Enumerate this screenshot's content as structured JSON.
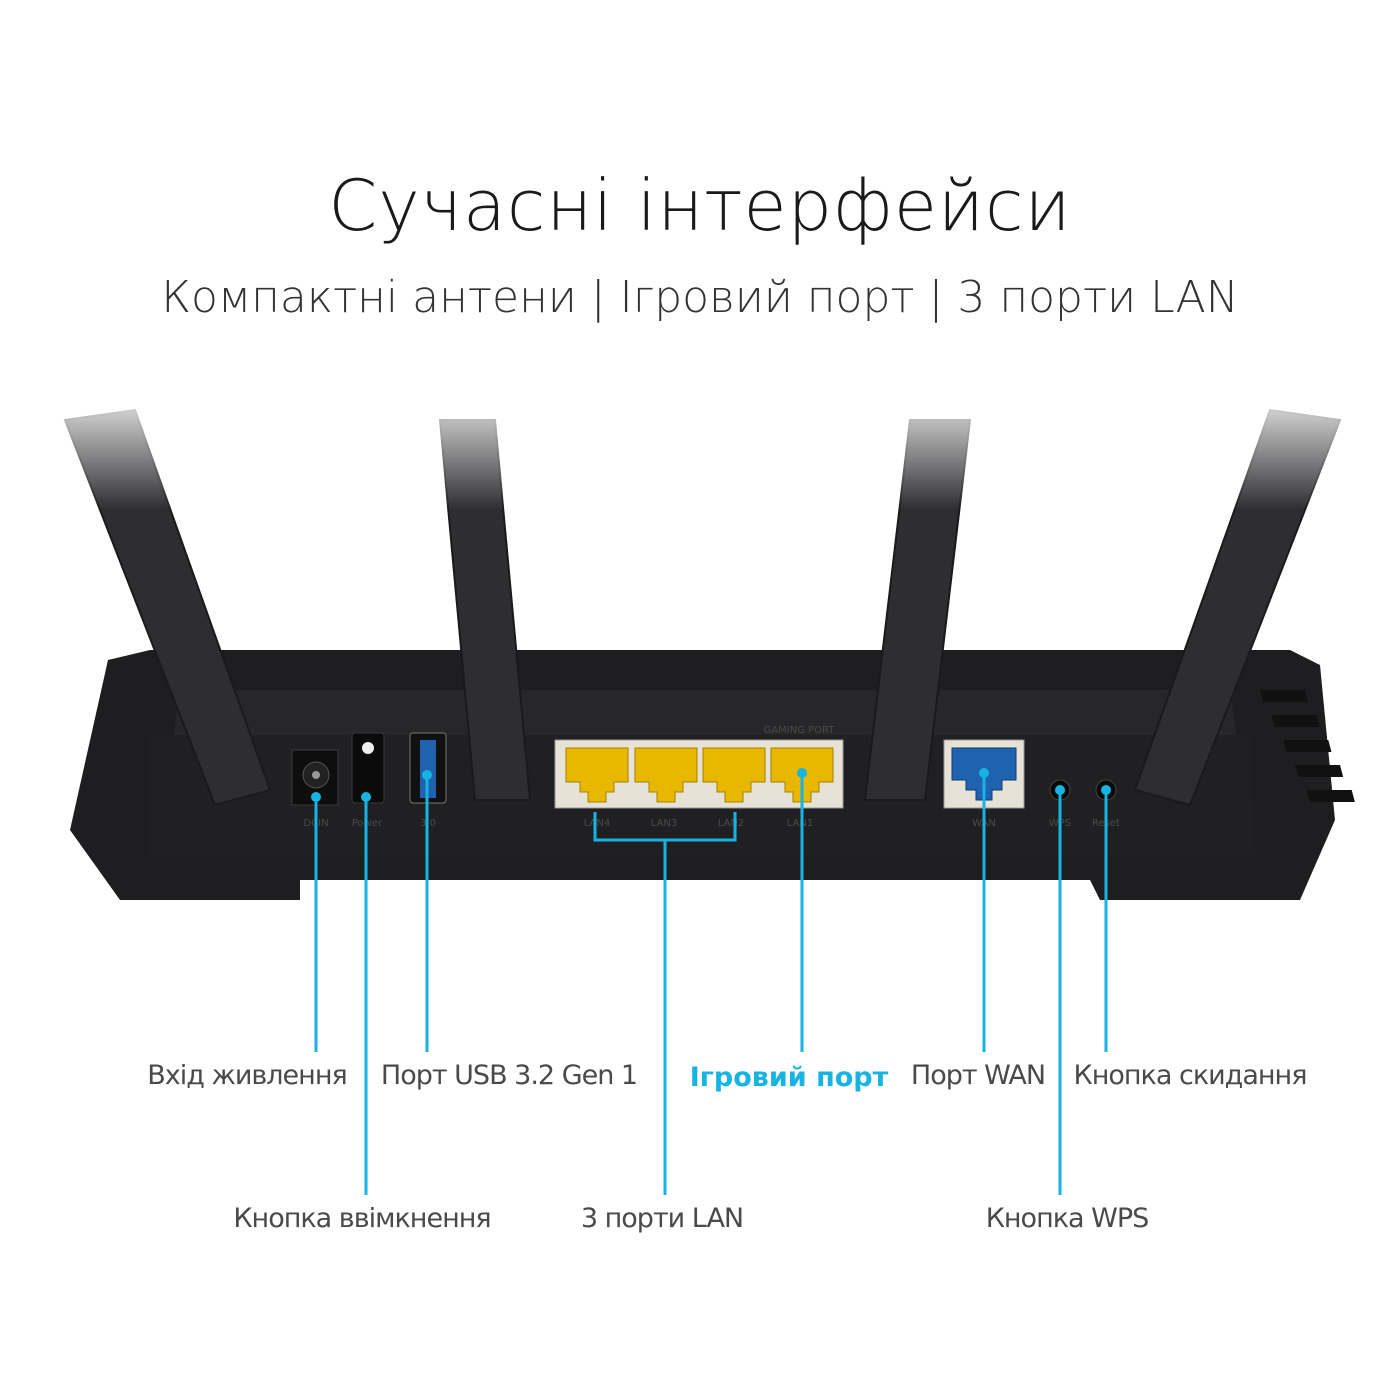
{
  "header": {
    "title": "Сучасні інтерфейси",
    "subtitle": "Компактні антени | Ігровий порт | 3 порти LAN"
  },
  "router": {
    "port_labels": [
      "DCIN",
      "Power",
      "3.0",
      "LAN4",
      "LAN3",
      "LAN2",
      "LAN1",
      "WAN",
      "WPS",
      "Reset"
    ],
    "gaming_port_label": "GAMING PORT"
  },
  "callouts": {
    "dc_in": "Вхід живлення",
    "power": "Кнопка ввімкнення",
    "usb": "Порт USB 3.2 Gen 1",
    "lan": "3 порти LAN",
    "gaming": "Ігровий порт",
    "wan": "Порт WAN",
    "wps": "Кнопка WPS",
    "reset": "Кнопка скидання"
  },
  "colors": {
    "accent": "#17b3e3",
    "lan_port": "#e8b800",
    "wan_port": "#1f62b0",
    "body": "#1e1e20"
  }
}
